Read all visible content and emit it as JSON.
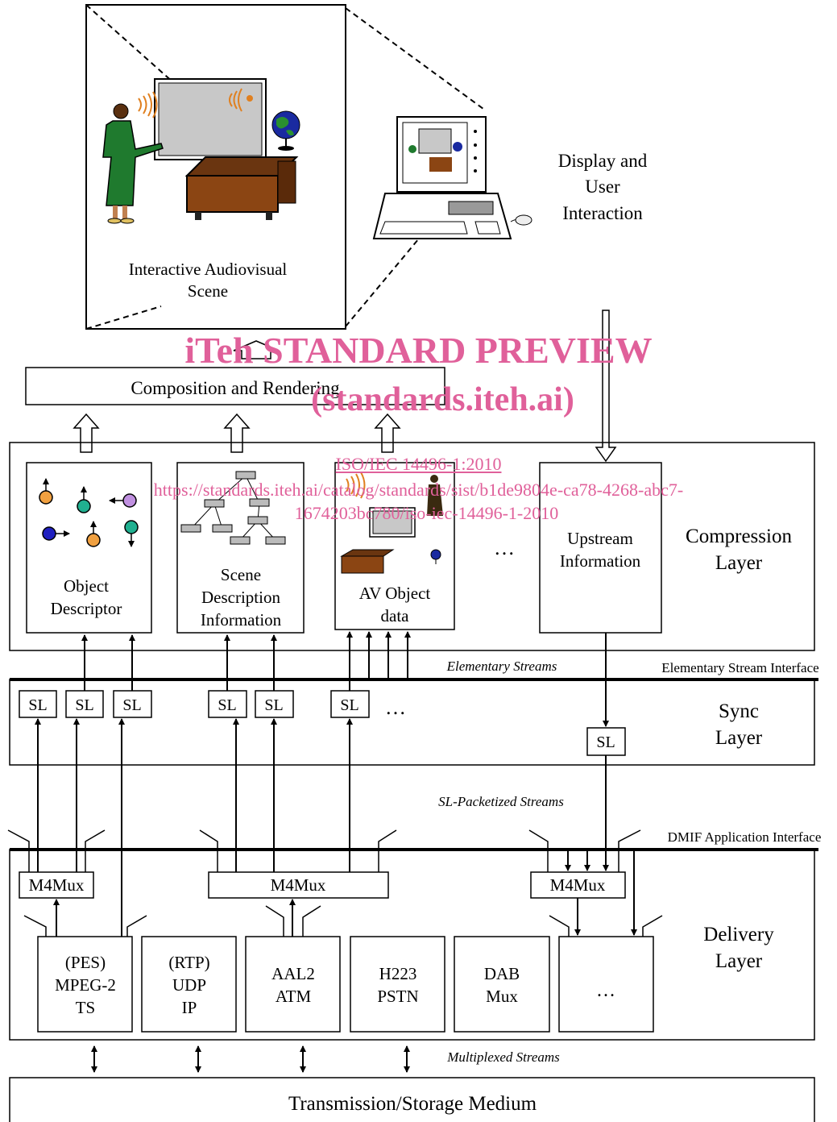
{
  "scene": {
    "scene_label_l1": "Interactive Audiovisual",
    "scene_label_l2": "Scene",
    "display_l1": "Display and",
    "display_l2": "User",
    "display_l3": "Interaction"
  },
  "composition": {
    "label": "Composition and Rendering"
  },
  "compression": {
    "layer_l1": "Compression",
    "layer_l2": "Layer",
    "od_l1": "Object",
    "od_l2": "Descriptor",
    "sdi_l1": "Scene",
    "sdi_l2": "Description",
    "sdi_l3": "Information",
    "av_l1": "AV Object",
    "av_l2": "data",
    "ellipsis": "…",
    "up_l1": "Upstream",
    "up_l2": "Information"
  },
  "labels": {
    "elementary_streams": "Elementary Streams",
    "elementary_stream_interface": "Elementary Stream Interface",
    "sl_packetized_streams": "SL-Packetized Streams",
    "dmif_application_interface": "DMIF Application Interface",
    "multiplexed_streams": "Multiplexed Streams"
  },
  "sync": {
    "layer_l1": "Sync",
    "layer_l2": "Layer",
    "sl": "SL",
    "ellipsis": "…"
  },
  "delivery": {
    "layer_l1": "Delivery",
    "layer_l2": "Layer",
    "m4mux": "M4Mux",
    "boxes": [
      {
        "l1": "(PES)",
        "l2": "MPEG-2",
        "l3": "TS"
      },
      {
        "l1": "(RTP)",
        "l2": "UDP",
        "l3": "IP"
      },
      {
        "l1": "AAL2",
        "l2": "ATM"
      },
      {
        "l1": "H223",
        "l2": "PSTN"
      },
      {
        "l1": "DAB",
        "l2": "Mux"
      },
      {
        "l1": "…"
      }
    ]
  },
  "medium": {
    "label": "Transmission/Storage Medium"
  },
  "watermark": {
    "title": "iTeh STANDARD PREVIEW",
    "site": "(standards.iteh.ai)",
    "std": "ISO/IEC 14496-1:2010",
    "url_l1": "https://standards.iteh.ai/catalog/standards/sist/b1de9804e-ca78-4268-abc7-",
    "url_l2": "1674203bc780/iso-iec-14496-1-2010"
  }
}
